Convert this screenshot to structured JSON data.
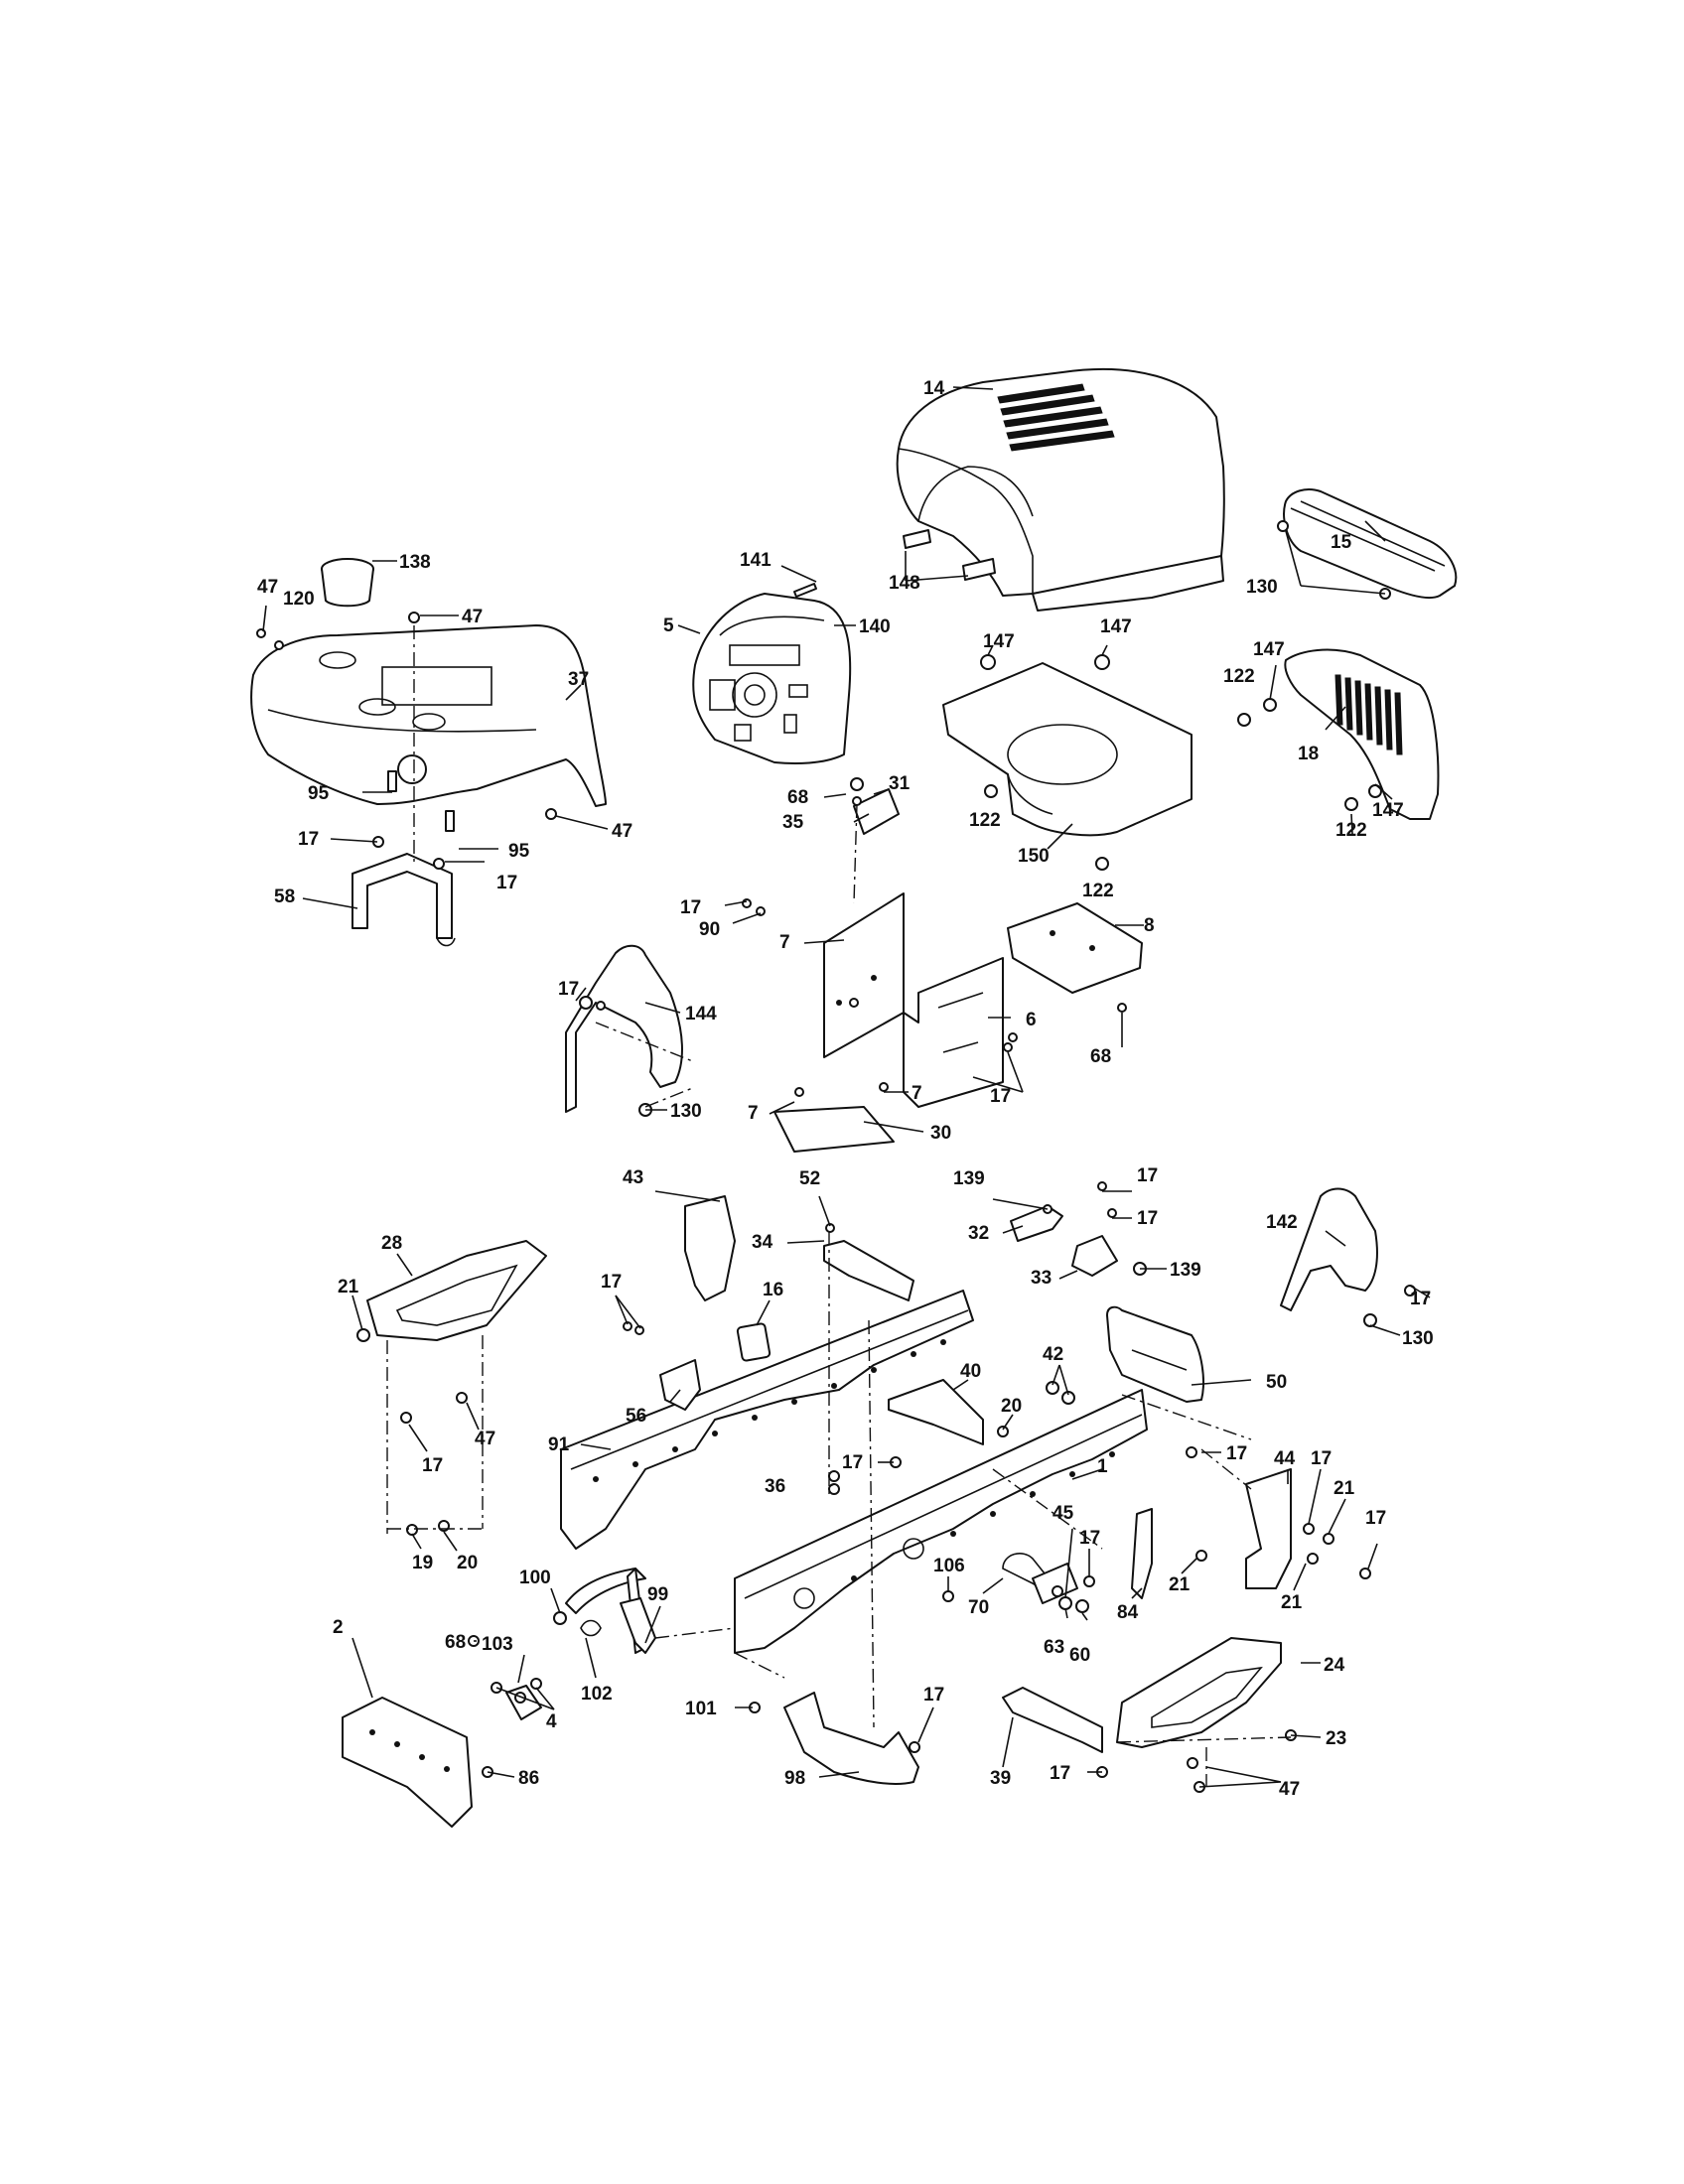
{
  "callouts": [
    {
      "id": "c14",
      "text": "14"
    },
    {
      "id": "c15",
      "text": "15"
    },
    {
      "id": "c130a",
      "text": "130"
    },
    {
      "id": "c138",
      "text": "138"
    },
    {
      "id": "c47a",
      "text": "47"
    },
    {
      "id": "c120",
      "text": "120"
    },
    {
      "id": "c47b",
      "text": "47"
    },
    {
      "id": "c37",
      "text": "37"
    },
    {
      "id": "c47c",
      "text": "47"
    },
    {
      "id": "c95a",
      "text": "95"
    },
    {
      "id": "c17a",
      "text": "17"
    },
    {
      "id": "c95b",
      "text": "95"
    },
    {
      "id": "c17b",
      "text": "17"
    },
    {
      "id": "c58",
      "text": "58"
    },
    {
      "id": "c141",
      "text": "141"
    },
    {
      "id": "c5",
      "text": "5"
    },
    {
      "id": "c140",
      "text": "140"
    },
    {
      "id": "c148",
      "text": "148"
    },
    {
      "id": "c147a",
      "text": "147"
    },
    {
      "id": "c147b",
      "text": "147"
    },
    {
      "id": "c147c",
      "text": "147"
    },
    {
      "id": "c122a",
      "text": "122"
    },
    {
      "id": "c18",
      "text": "18"
    },
    {
      "id": "c122b",
      "text": "122"
    },
    {
      "id": "c147d",
      "text": "147"
    },
    {
      "id": "c122c",
      "text": "122"
    },
    {
      "id": "c150",
      "text": "150"
    },
    {
      "id": "c122d",
      "text": "122"
    },
    {
      "id": "c68a",
      "text": "68"
    },
    {
      "id": "c31",
      "text": "31"
    },
    {
      "id": "c35",
      "text": "35"
    },
    {
      "id": "c17c",
      "text": "17"
    },
    {
      "id": "c90",
      "text": "90"
    },
    {
      "id": "c8",
      "text": "8"
    },
    {
      "id": "c7a",
      "text": "7"
    },
    {
      "id": "c6",
      "text": "6"
    },
    {
      "id": "c68b",
      "text": "68"
    },
    {
      "id": "c7b",
      "text": "7"
    },
    {
      "id": "c17d",
      "text": "17"
    },
    {
      "id": "c7c",
      "text": "7"
    },
    {
      "id": "c30",
      "text": "30"
    },
    {
      "id": "c17e",
      "text": "17"
    },
    {
      "id": "c144",
      "text": "144"
    },
    {
      "id": "c130b",
      "text": "130"
    },
    {
      "id": "c43",
      "text": "43"
    },
    {
      "id": "c52",
      "text": "52"
    },
    {
      "id": "c34",
      "text": "34"
    },
    {
      "id": "c139a",
      "text": "139"
    },
    {
      "id": "c17f",
      "text": "17"
    },
    {
      "id": "c32",
      "text": "32"
    },
    {
      "id": "c17g",
      "text": "17"
    },
    {
      "id": "c33",
      "text": "33"
    },
    {
      "id": "c139b",
      "text": "139"
    },
    {
      "id": "c142",
      "text": "142"
    },
    {
      "id": "c17h",
      "text": "17"
    },
    {
      "id": "c130c",
      "text": "130"
    },
    {
      "id": "c28",
      "text": "28"
    },
    {
      "id": "c21a",
      "text": "21"
    },
    {
      "id": "c16",
      "text": "16"
    },
    {
      "id": "c17i",
      "text": "17"
    },
    {
      "id": "c56",
      "text": "56"
    },
    {
      "id": "c47d",
      "text": "47"
    },
    {
      "id": "c17j",
      "text": "17"
    },
    {
      "id": "c91",
      "text": "91"
    },
    {
      "id": "c40",
      "text": "40"
    },
    {
      "id": "c42",
      "text": "42"
    },
    {
      "id": "c50",
      "text": "50"
    },
    {
      "id": "c20a",
      "text": "20"
    },
    {
      "id": "c17k",
      "text": "17"
    },
    {
      "id": "c17l",
      "text": "17"
    },
    {
      "id": "c1",
      "text": "1"
    },
    {
      "id": "c36",
      "text": "36"
    },
    {
      "id": "c44",
      "text": "44"
    },
    {
      "id": "c17m",
      "text": "17"
    },
    {
      "id": "c21b",
      "text": "21"
    },
    {
      "id": "c17n",
      "text": "17"
    },
    {
      "id": "c19",
      "text": "19"
    },
    {
      "id": "c20b",
      "text": "20"
    },
    {
      "id": "c45",
      "text": "45"
    },
    {
      "id": "c17o",
      "text": "17"
    },
    {
      "id": "c106",
      "text": "106"
    },
    {
      "id": "c70",
      "text": "70"
    },
    {
      "id": "c84",
      "text": "84"
    },
    {
      "id": "c21c",
      "text": "21"
    },
    {
      "id": "c21d",
      "text": "21"
    },
    {
      "id": "c100",
      "text": "100"
    },
    {
      "id": "c99",
      "text": "99"
    },
    {
      "id": "c68c",
      "text": "68"
    },
    {
      "id": "c103",
      "text": "103"
    },
    {
      "id": "c63",
      "text": "63"
    },
    {
      "id": "c60",
      "text": "60"
    },
    {
      "id": "c2",
      "text": "2"
    },
    {
      "id": "c102",
      "text": "102"
    },
    {
      "id": "c4",
      "text": "4"
    },
    {
      "id": "c24",
      "text": "24"
    },
    {
      "id": "c101",
      "text": "101"
    },
    {
      "id": "c17p",
      "text": "17"
    },
    {
      "id": "c23",
      "text": "23"
    },
    {
      "id": "c86",
      "text": "86"
    },
    {
      "id": "c98",
      "text": "98"
    },
    {
      "id": "c39",
      "text": "39"
    },
    {
      "id": "c17q",
      "text": "17"
    },
    {
      "id": "c47e",
      "text": "47"
    }
  ]
}
